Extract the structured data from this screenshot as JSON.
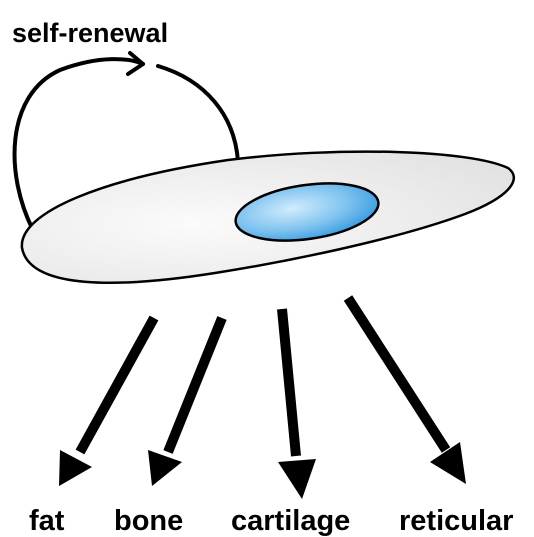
{
  "title": "self-renewal",
  "cell": {
    "body_fill": "#eeeeee",
    "body_stroke": "#000000",
    "nucleus_fill": "#4aa9e6",
    "nucleus_highlight": "#c9e7fb"
  },
  "lineages": [
    {
      "label": "fat"
    },
    {
      "label": "bone"
    },
    {
      "label": "cartilage"
    },
    {
      "label": "reticular"
    }
  ],
  "colors": {
    "arrow": "#000000",
    "text": "#000000",
    "background": "#ffffff"
  }
}
